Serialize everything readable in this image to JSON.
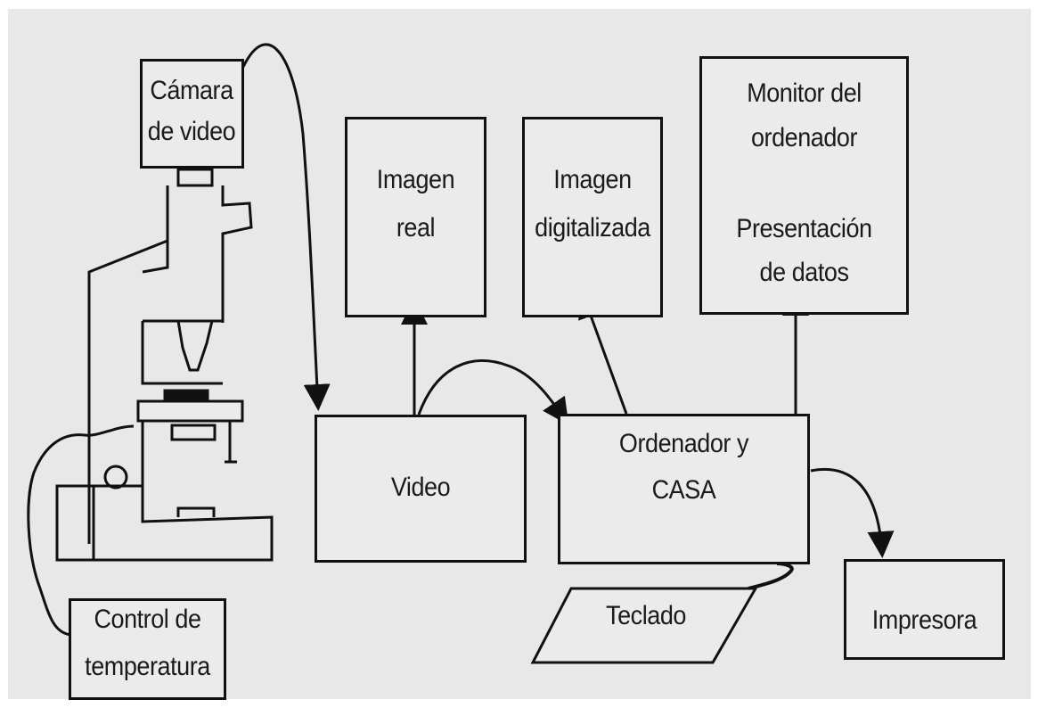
{
  "diagram": {
    "camera": {
      "line1": "Cámara",
      "line2": "de video"
    },
    "real_image": {
      "line1": "Imagen",
      "line2": "real"
    },
    "digital_image": {
      "line1": "Imagen",
      "line2": "digitalizada"
    },
    "monitor": {
      "line1": "Monitor del",
      "line2": "ordenador",
      "line3": "Presentación",
      "line4": "de datos"
    },
    "video": {
      "label": "Video"
    },
    "computer": {
      "line1": "Ordenador y",
      "line2": "CASA"
    },
    "keyboard": {
      "label": "Teclado"
    },
    "printer": {
      "label": "Impresora"
    },
    "temperature": {
      "line1": "Control de",
      "line2": "temperatura"
    }
  },
  "colors": {
    "background": "#e8e8e8",
    "ink": "#111111"
  }
}
